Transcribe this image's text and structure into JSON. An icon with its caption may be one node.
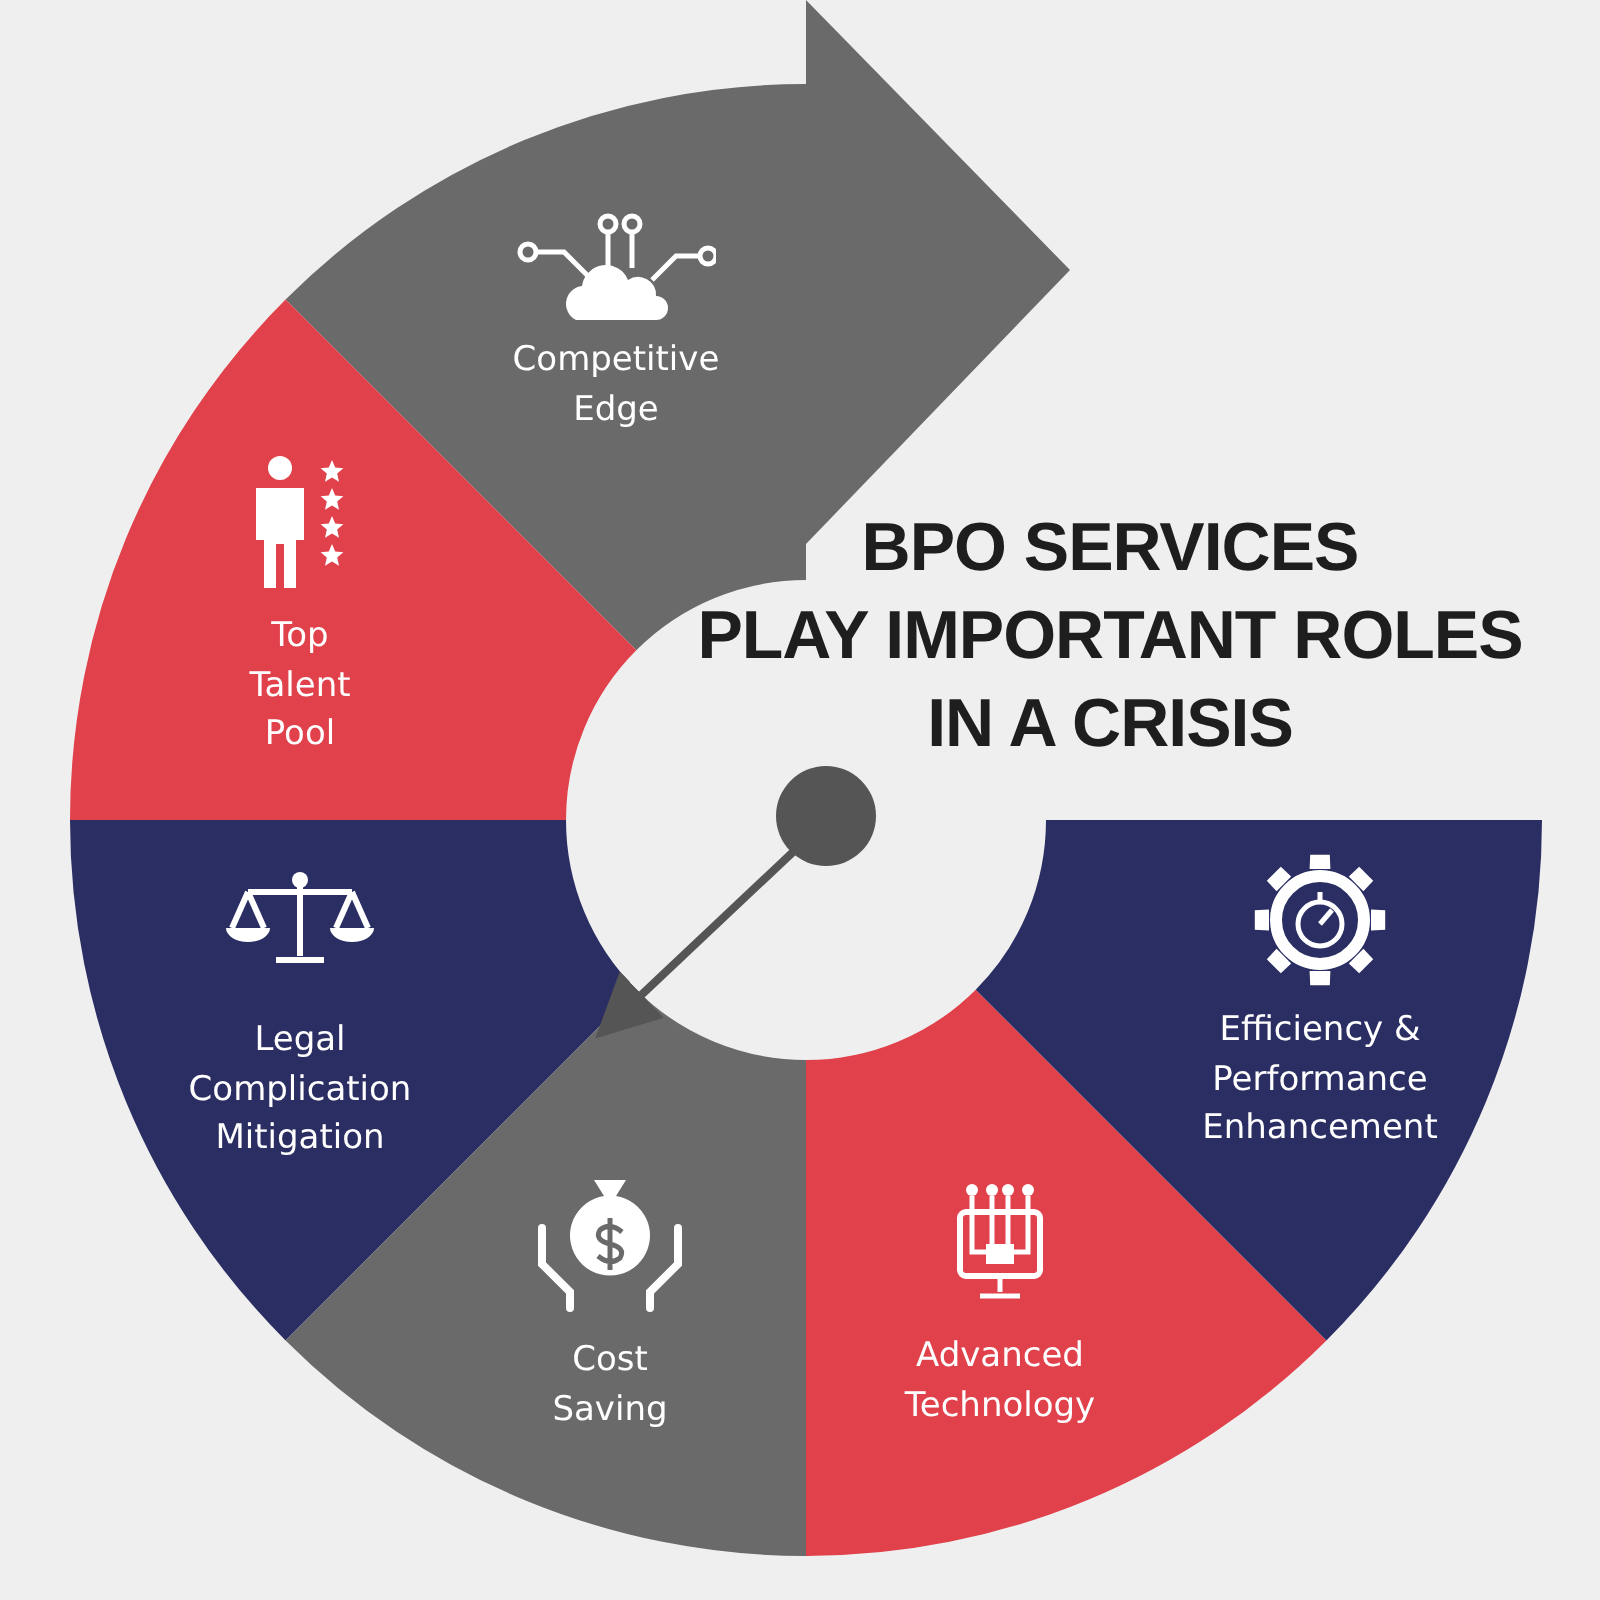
{
  "diagram": {
    "title": "BPO SERVICES PLAY IMPORTANT ROLES IN A CRISIS",
    "nodes": [
      {
        "text": [
          "Competitive Edge"
        ]
      },
      {
        "text": [
          "Top Talent Pool"
        ]
      },
      {
        "text": [
          "Legal Complication Mitigation"
        ]
      },
      {
        "text": [
          "Cost Saving"
        ]
      },
      {
        "text": [
          "Advanced Technology"
        ]
      },
      {
        "text": [
          "Efficiency & Performance Enhancement"
        ]
      }
    ],
    "edges": []
  }
}
